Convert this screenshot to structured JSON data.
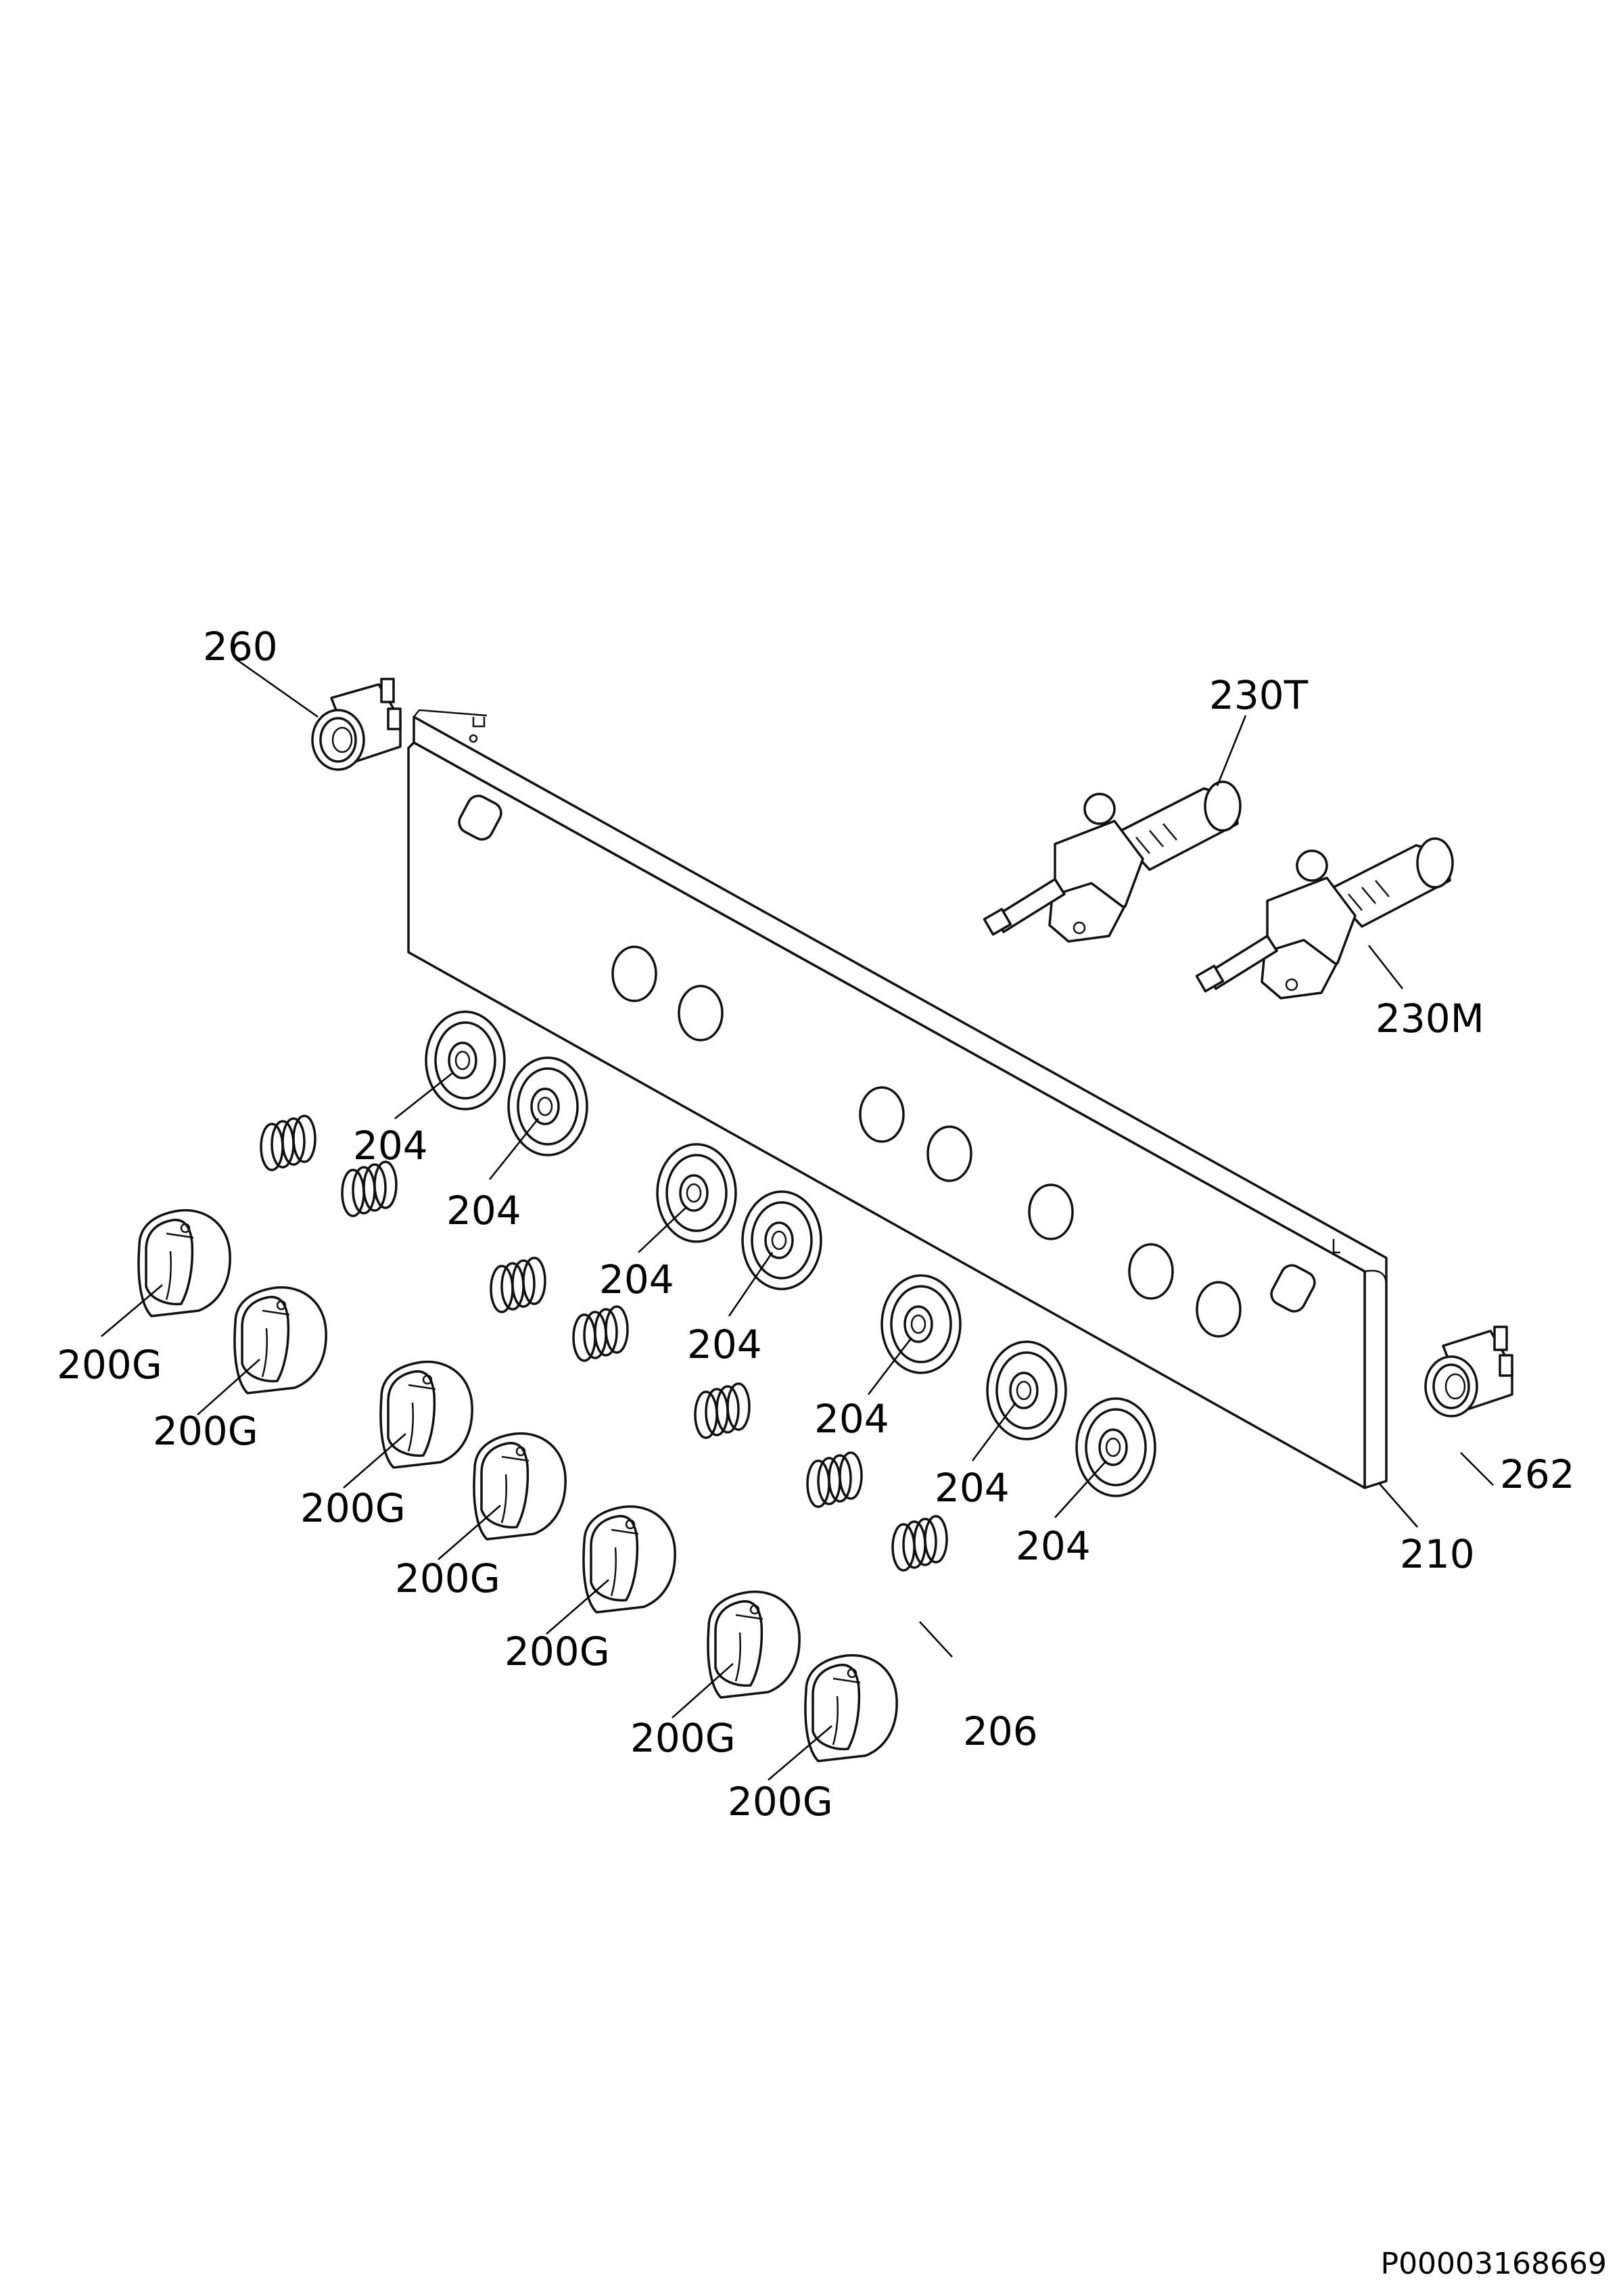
{
  "document_id": "P00003168669",
  "labels": {
    "lamp_left": "260",
    "lamp_right": "262",
    "valve_top": "230T",
    "valve_mid": "230M",
    "panel": "210",
    "spring_single": "206",
    "bezel": "204",
    "knob": "200G"
  }
}
